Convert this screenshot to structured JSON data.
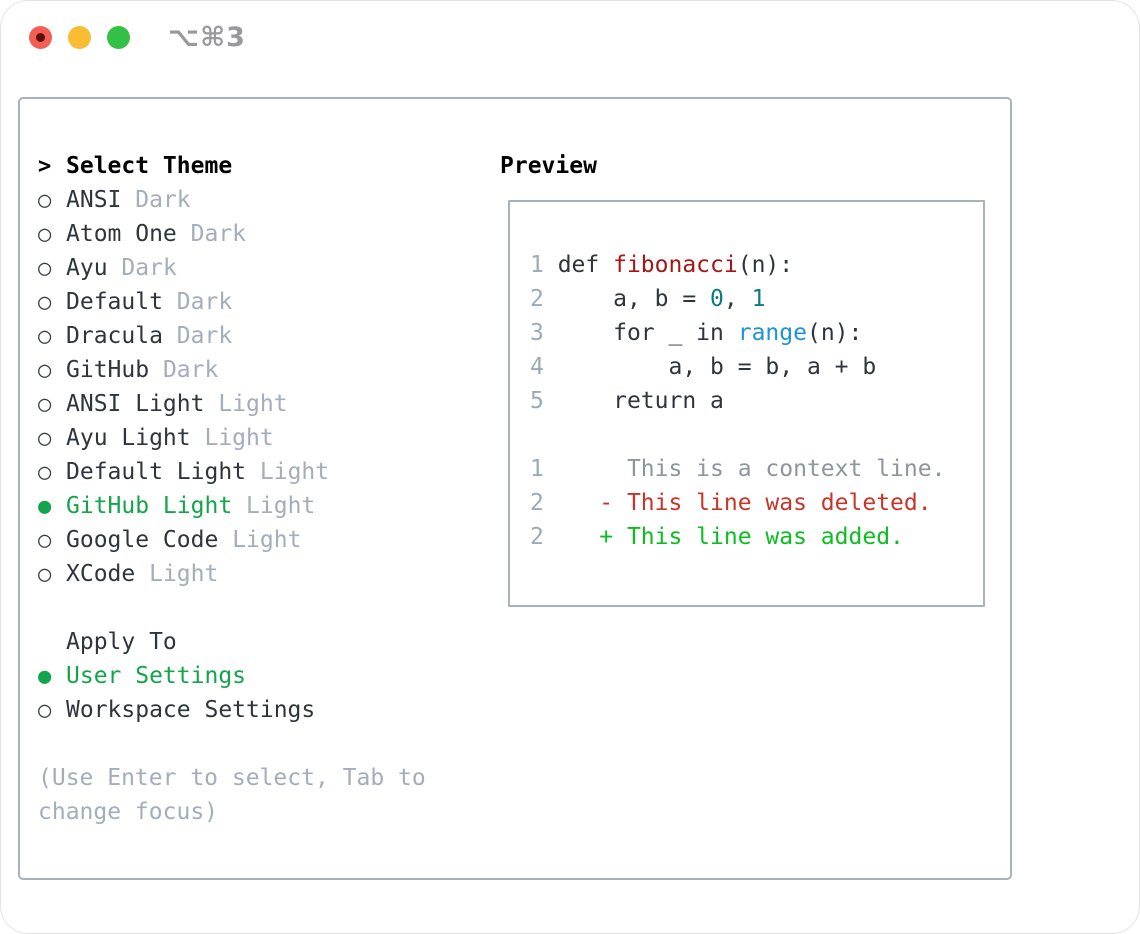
{
  "titlebar": {
    "shortcut": "⌥⌘3"
  },
  "theme_picker": {
    "header_marker": ">",
    "header": "Select Theme",
    "markers": {
      "selected": "●",
      "unselected": "○"
    },
    "items": [
      {
        "name": "ANSI",
        "tag": "Dark",
        "selected": false
      },
      {
        "name": "Atom One",
        "tag": "Dark",
        "selected": false
      },
      {
        "name": "Ayu",
        "tag": "Dark",
        "selected": false
      },
      {
        "name": "Default",
        "tag": "Dark",
        "selected": false
      },
      {
        "name": "Dracula",
        "tag": "Dark",
        "selected": false
      },
      {
        "name": "GitHub",
        "tag": "Dark",
        "selected": false
      },
      {
        "name": "ANSI Light",
        "tag": "Light",
        "selected": false
      },
      {
        "name": "Ayu Light",
        "tag": "Light",
        "selected": false
      },
      {
        "name": "Default Light",
        "tag": "Light",
        "selected": false
      },
      {
        "name": "GitHub Light",
        "tag": "Light",
        "selected": true
      },
      {
        "name": "Google Code",
        "tag": "Light",
        "selected": false
      },
      {
        "name": "XCode",
        "tag": "Light",
        "selected": false
      }
    ],
    "apply_to": {
      "header": "Apply To",
      "options": [
        {
          "name": "User Settings",
          "selected": true
        },
        {
          "name": "Workspace Settings",
          "selected": false
        }
      ]
    },
    "help": [
      "(Use Enter to select, Tab to",
      "change focus)"
    ]
  },
  "preview": {
    "header": "Preview",
    "lines": [
      {
        "num": "1",
        "segments": [
          {
            "text": "def ",
            "color": "fg"
          },
          {
            "text": "fibonacci",
            "color": "red"
          },
          {
            "text": "(n):",
            "color": "fg"
          }
        ]
      },
      {
        "num": "2",
        "segments": [
          {
            "text": "    a, b = ",
            "color": "fg"
          },
          {
            "text": "0",
            "color": "teal"
          },
          {
            "text": ", ",
            "color": "fg"
          },
          {
            "text": "1",
            "color": "teal"
          }
        ]
      },
      {
        "num": "3",
        "segments": [
          {
            "text": "    for _ in ",
            "color": "fg"
          },
          {
            "text": "range",
            "color": "blue"
          },
          {
            "text": "(n):",
            "color": "fg"
          }
        ]
      },
      {
        "num": "4",
        "segments": [
          {
            "text": "        a, b = b, a + b",
            "color": "fg"
          }
        ]
      },
      {
        "num": "5",
        "segments": [
          {
            "text": "    return a",
            "color": "fg"
          }
        ]
      },
      {
        "num": "",
        "segments": []
      },
      {
        "num": "1",
        "segments": [
          {
            "text": "     This is a context line.",
            "color": "ctx"
          }
        ]
      },
      {
        "num": "2",
        "segments": [
          {
            "text": "   - This line was deleted.",
            "color": "del"
          }
        ]
      },
      {
        "num": "2",
        "segments": [
          {
            "text": "   + This line was added.",
            "color": "add"
          }
        ]
      }
    ]
  },
  "colors": {
    "fg": "#2f353c",
    "muted": "#a3adbb",
    "marker": "#3a4149",
    "line_num": "#9aaab9",
    "border": "#a9b1ba",
    "title_gray": "#98989d",
    "accent_green": "#14a44b",
    "added_green": "#0dbe22",
    "deleted_red": "#c8352a",
    "func_red": "#a51717",
    "num_teal": "#0b7c80",
    "builtin_blue": "#1d94d1",
    "ctx_gray": "#8d959e",
    "traffic_red": "#f35e55",
    "traffic_red_dot": "#5d0d0b",
    "traffic_yellow": "#f9bc33",
    "traffic_green": "#32c146"
  }
}
